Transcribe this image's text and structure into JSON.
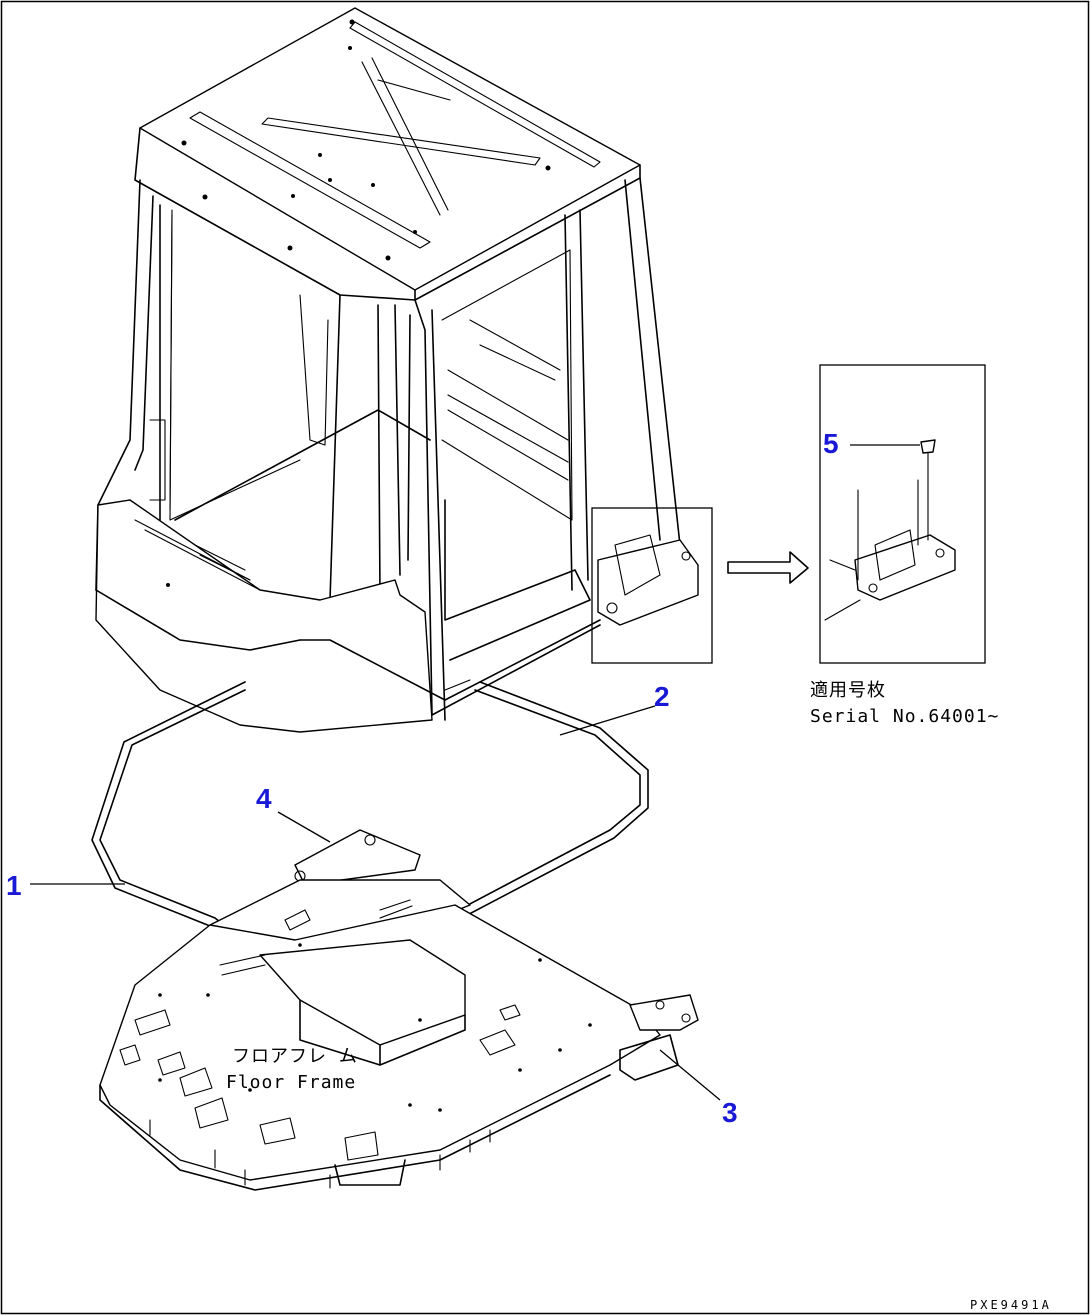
{
  "callouts": {
    "c1": "1",
    "c2": "2",
    "c3": "3",
    "c4": "4",
    "c5": "5"
  },
  "labels": {
    "floor_frame_jp": "フロアフレ ム",
    "floor_frame_en": "Floor Frame",
    "serial_jp": "適用号枚",
    "serial_en": "Serial No.64001~"
  },
  "drawing_code": "PXE9491A",
  "colors": {
    "callout": "#1a1ad6",
    "line": "#000000"
  }
}
